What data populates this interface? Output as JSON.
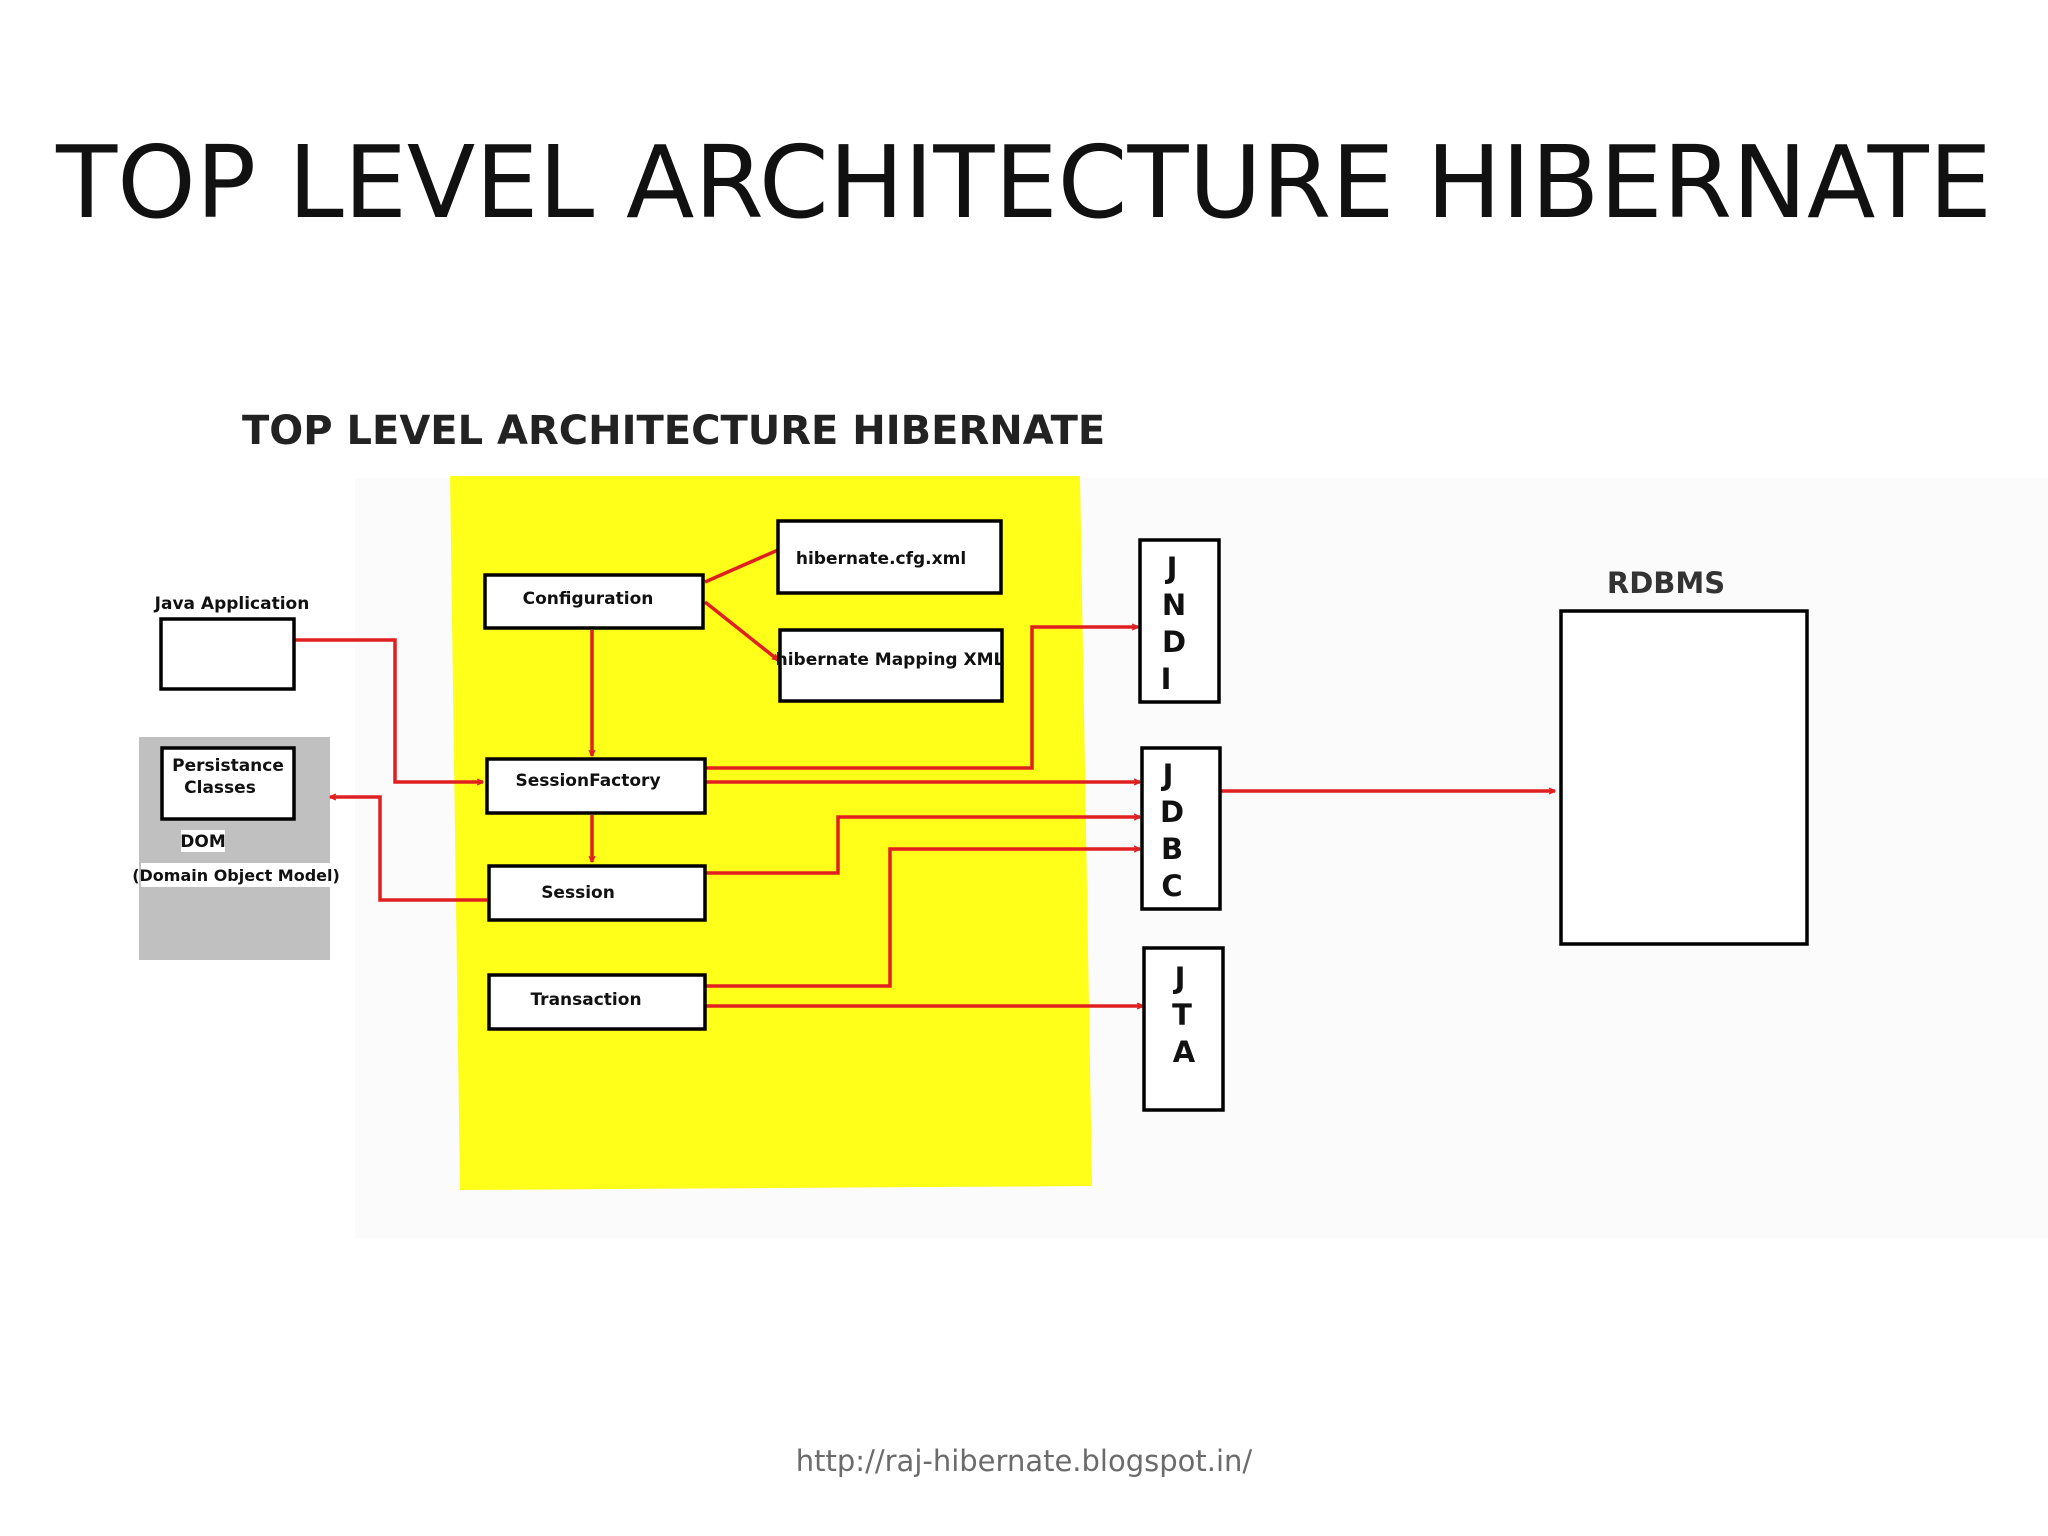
{
  "slide": {
    "title": "TOP LEVEL ARCHITECTURE HIBERNATE",
    "footer_url": "http://raj-hibernate.blogspot.in/"
  },
  "diagram": {
    "title": "TOP LEVEL ARCHITECTURE HIBERNATE",
    "java_application": "Java Application",
    "persistance_classes_line1": "Persistance",
    "persistance_classes_line2": "Classes",
    "dom": "DOM",
    "domain_object_model": "(Domain Object Model)",
    "configuration": "Configuration",
    "hibernate_cfg_xml": "hibernate.cfg.xml",
    "hibernate_mapping_xml": "hibernate Mapping XML",
    "session_factory": "SessionFactory",
    "session": "Session",
    "transaction": "Transaction",
    "jndi": [
      "J",
      "N",
      "D",
      "I"
    ],
    "jdbc": [
      "J",
      "D",
      "B",
      "C"
    ],
    "jta": [
      "J",
      "T",
      "A"
    ],
    "rdbms": "RDBMS"
  },
  "colors": {
    "hibernate_layer": "#ffff1a",
    "dom_panel": "#c0c0c0",
    "arrow": "#e02020",
    "box_border": "#000000"
  }
}
